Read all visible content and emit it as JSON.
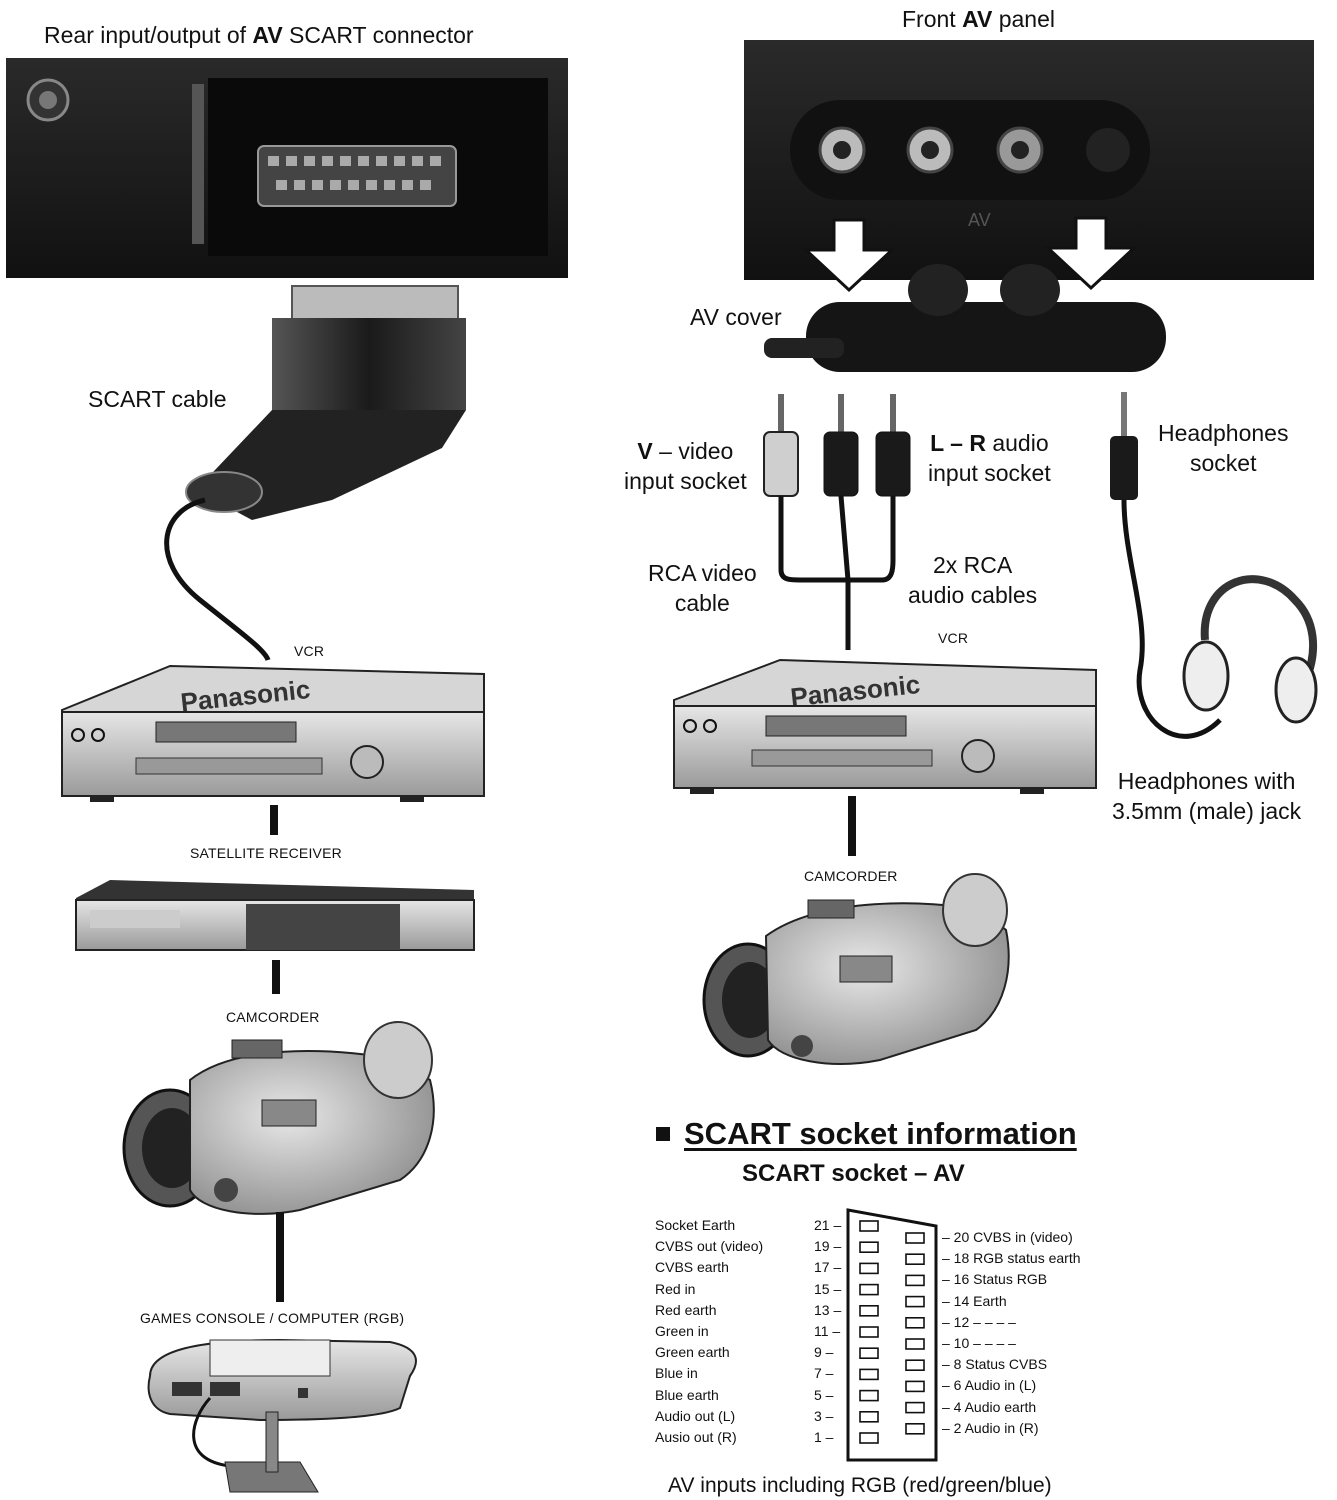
{
  "rear_panel": {
    "label_prefix": "Rear input/output of ",
    "label_bold": "AV",
    "label_suffix": " SCART connector"
  },
  "front_panel": {
    "label_prefix": "Front ",
    "label_bold": "AV",
    "label_suffix": " panel",
    "panel_marking": "AV"
  },
  "labels": {
    "scart_cable": "SCART cable",
    "av_cover": "AV cover",
    "video_socket_bold": "V",
    "video_socket_line1_rest": " – video",
    "video_socket_line2": "input socket",
    "audio_socket_bold": "L – R",
    "audio_socket_line1_rest": " audio",
    "audio_socket_line2": "input socket",
    "headphones_socket_line1": "Headphones",
    "headphones_socket_line2": "socket",
    "rca_video_line1": "RCA video",
    "rca_video_line2": "cable",
    "rca_audio_line1": "2x RCA",
    "rca_audio_line2": "audio cables",
    "headphones_jack_line1": "Headphones with",
    "headphones_jack_line2": "3.5mm (male) jack"
  },
  "left_chain": {
    "vcr": "VCR",
    "satellite": "SATELLITE RECEIVER",
    "camcorder": "CAMCORDER",
    "console": "GAMES CONSOLE / COMPUTER (RGB)"
  },
  "right_chain": {
    "vcr": "VCR",
    "camcorder": "CAMCORDER"
  },
  "scart_info": {
    "title": "SCART socket information",
    "subtitle": "SCART socket – AV",
    "left_pins": [
      {
        "num": "21",
        "label": "Socket Earth"
      },
      {
        "num": "19",
        "label": "CVBS out (video)"
      },
      {
        "num": "17",
        "label": "CVBS earth"
      },
      {
        "num": "15",
        "label": "Red in"
      },
      {
        "num": "13",
        "label": "Red earth"
      },
      {
        "num": "11",
        "label": "Green in"
      },
      {
        "num": "9",
        "label": "Green earth"
      },
      {
        "num": "7",
        "label": "Blue in"
      },
      {
        "num": "5",
        "label": "Blue earth"
      },
      {
        "num": "3",
        "label": "Audio out (L)"
      },
      {
        "num": "1",
        "label": "Ausio out (R)"
      }
    ],
    "right_pins": [
      {
        "num": "20",
        "label": "CVBS in (video)"
      },
      {
        "num": "18",
        "label": "RGB status earth"
      },
      {
        "num": "16",
        "label": "Status RGB"
      },
      {
        "num": "14",
        "label": "Earth"
      },
      {
        "num": "12",
        "label": "– – – –"
      },
      {
        "num": "10",
        "label": "– – – –"
      },
      {
        "num": "8",
        "label": "Status CVBS"
      },
      {
        "num": "6",
        "label": "Audio in (L)"
      },
      {
        "num": "4",
        "label": "Audio earth"
      },
      {
        "num": "2",
        "label": "Audio in (R)"
      }
    ],
    "footer": "AV inputs including RGB (red/green/blue)"
  }
}
